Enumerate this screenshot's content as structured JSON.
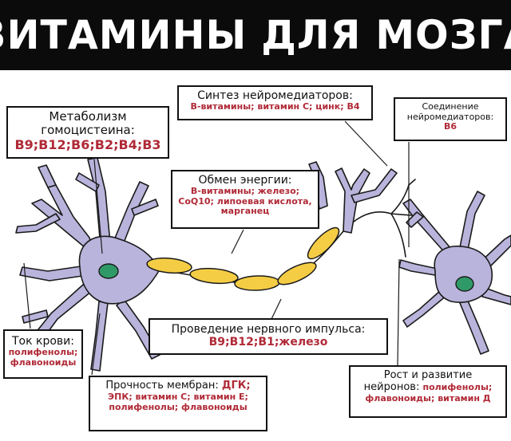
{
  "title": "ВИТАМИНЫ ДЛЯ МОЗГА",
  "boxes": {
    "homocysteine": {
      "title_line1": "Метаболизм",
      "title_line2": "гомоцистеина:",
      "value": "B9;B12;B6;B2;B4;B3"
    },
    "synthesis": {
      "title": "Синтез нейромедиаторов:",
      "value": "B-витамины; витамин C; цинк; B4"
    },
    "connection": {
      "title_line1": "Соединение",
      "title_line2": "нейромедиаторов:",
      "value": "B6"
    },
    "energy": {
      "title": "Обмен энергии:",
      "value_line1": "B-витамины; железо;",
      "value_line2": "CoQ10; липоевая кислота,",
      "value_line3": "марганец"
    },
    "impulse": {
      "title": "Проведение нервного импульса:",
      "value": "B9;B12;B1;железо"
    },
    "blood": {
      "title": "Ток крови:",
      "value_line1": "полифенолы;",
      "value_line2": "флавоноиды"
    },
    "membrane": {
      "title": "Прочность мембран:",
      "value_inline": "ДГК;",
      "value_line2": "ЭПК; витамин C; витамин E;",
      "value_line3": "полифенолы; флавоноиды"
    },
    "growth": {
      "title_line1": "Рост и развитие",
      "title_line2": "нейронов:",
      "value_inline": "полифенолы;",
      "value_line2": "флавоноиды; витамин Д"
    }
  },
  "colors": {
    "banner": "#0b0b0b",
    "banner_text": "#ffffff",
    "value_text": "#b02a37",
    "neuron": "#b9b4dc",
    "nucleus": "#2f9a68",
    "myelin": "#f5cd45"
  }
}
